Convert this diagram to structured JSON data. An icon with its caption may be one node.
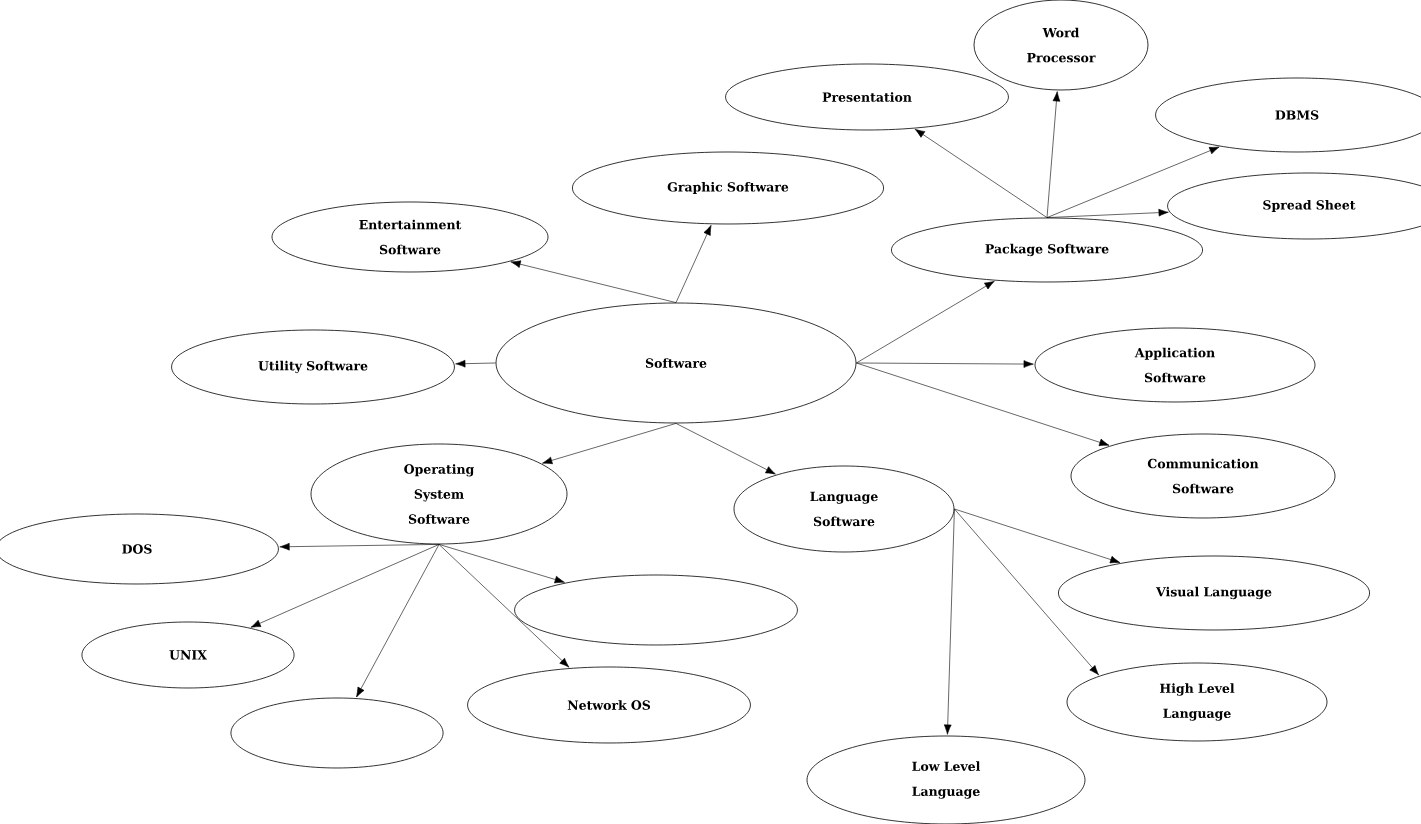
{
  "diagram": {
    "nodes": [
      {
        "text": [
          "Software"
        ]
      },
      {
        "text": [
          "Utility Software"
        ]
      },
      {
        "text": [
          "Entertainment Software"
        ]
      },
      {
        "text": [
          "Graphic Software"
        ]
      },
      {
        "text": [
          "Package Software"
        ]
      },
      {
        "text": [
          "Presentation"
        ]
      },
      {
        "text": [
          "Word Processor"
        ]
      },
      {
        "text": [
          "DBMS"
        ]
      },
      {
        "text": [
          "Spread Sheet"
        ]
      },
      {
        "text": [
          "Application Software"
        ]
      },
      {
        "text": [
          "Communication Software"
        ]
      },
      {
        "text": [
          "Operating System Software"
        ]
      },
      {
        "text": [
          "Language Software"
        ]
      },
      {
        "text": [
          "DOS"
        ]
      },
      {
        "text": [
          "UNIX"
        ]
      },
      {
        "text": [],
        "shape": "ellipse"
      },
      {
        "text": [
          "Network OS"
        ]
      },
      {
        "text": [],
        "shape": "ellipse"
      },
      {
        "text": [
          "Visual Language"
        ]
      },
      {
        "text": [
          "High Level Language"
        ]
      },
      {
        "text": [
          "Low Level Language"
        ]
      }
    ],
    "edges": [
      {
        "from": 0,
        "to": 1,
        "arrow": "to"
      },
      {
        "from": 0,
        "to": 2,
        "arrow": "to"
      },
      {
        "from": 0,
        "to": 3,
        "arrow": "to"
      },
      {
        "from": 0,
        "to": 4,
        "arrow": "to"
      },
      {
        "from": 4,
        "to": 5,
        "arrow": "to"
      },
      {
        "from": 4,
        "to": 6,
        "arrow": "to"
      },
      {
        "from": 4,
        "to": 7,
        "arrow": "to"
      },
      {
        "from": 4,
        "to": 8,
        "arrow": "to"
      },
      {
        "from": 0,
        "to": 9,
        "arrow": "to"
      },
      {
        "from": 0,
        "to": 10,
        "arrow": "to"
      },
      {
        "from": 0,
        "to": 11,
        "arrow": "to"
      },
      {
        "from": 0,
        "to": 12,
        "arrow": "to"
      },
      {
        "from": 11,
        "to": 13,
        "arrow": "to"
      },
      {
        "from": 11,
        "to": 14,
        "arrow": "to"
      },
      {
        "from": 11,
        "to": 15,
        "arrow": "to"
      },
      {
        "from": 11,
        "to": 16,
        "arrow": "to"
      },
      {
        "from": 11,
        "to": 17,
        "arrow": "to"
      },
      {
        "from": 12,
        "to": 18,
        "arrow": "to"
      },
      {
        "from": 12,
        "to": 19,
        "arrow": "to"
      },
      {
        "from": 12,
        "to": 20,
        "arrow": "to"
      }
    ]
  }
}
